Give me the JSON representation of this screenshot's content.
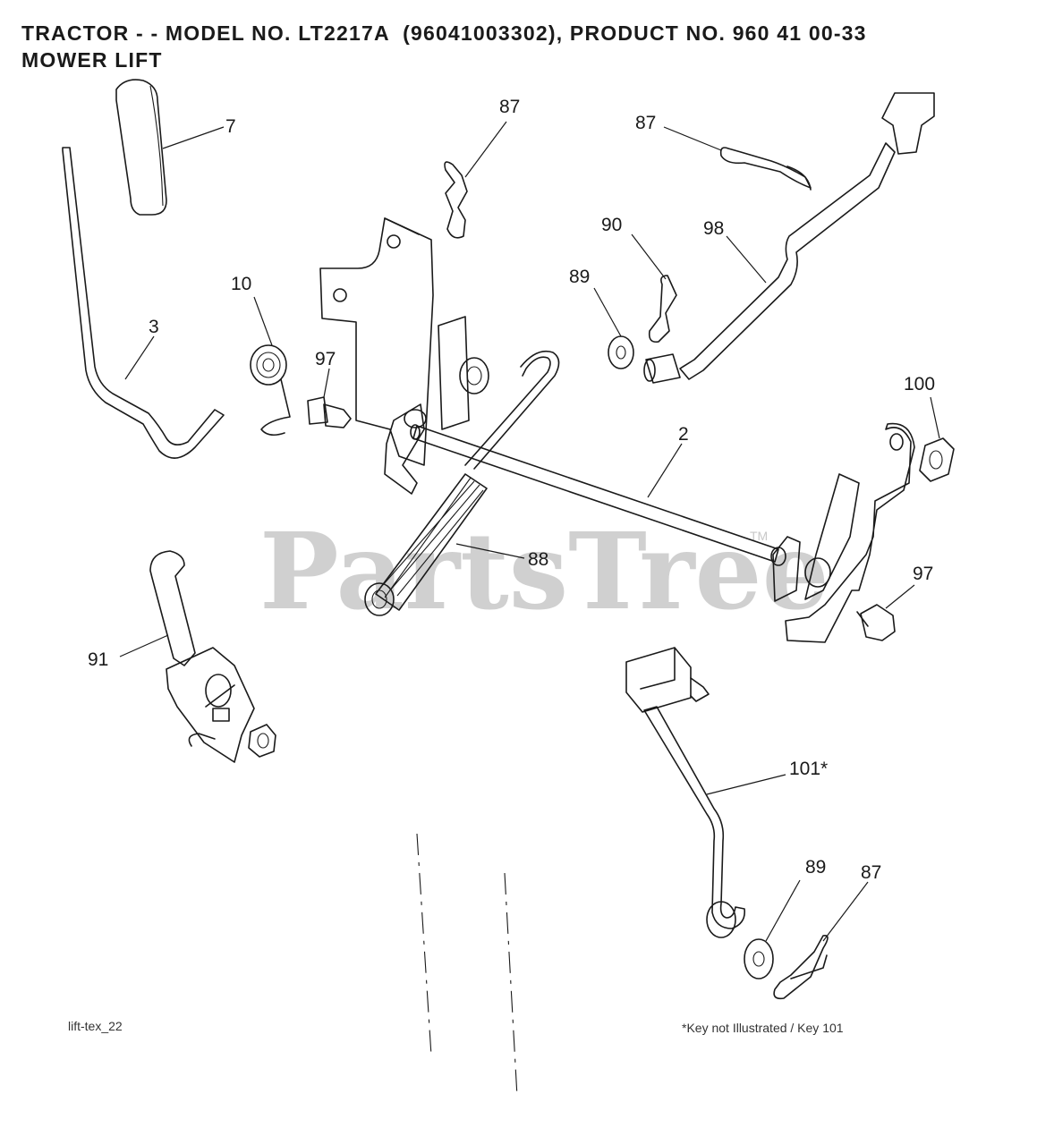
{
  "header": {
    "line1": "TRACTOR - - MODEL NO. LT2217A  (96041003302), PRODUCT NO. 960 41 00-33",
    "line2": "MOWER LIFT"
  },
  "callouts": {
    "p7": "7",
    "p3": "3",
    "p10": "10",
    "p97a": "97",
    "p87a": "87",
    "p87b": "87",
    "p90": "90",
    "p89a": "89",
    "p98": "98",
    "p2": "2",
    "p100": "100",
    "p88": "88",
    "p97b": "97",
    "p91": "91",
    "p101": "101*",
    "p89b": "89",
    "p87c": "87"
  },
  "footer": {
    "drawing_id": "lift-tex_22",
    "note": "*Key not Illustrated / Key 101"
  },
  "watermark": {
    "text": "PartsTree",
    "trademark": "TM"
  },
  "colors": {
    "ink": "#1a1a1a",
    "watermark": "#c8c8c8",
    "background": "#ffffff"
  }
}
